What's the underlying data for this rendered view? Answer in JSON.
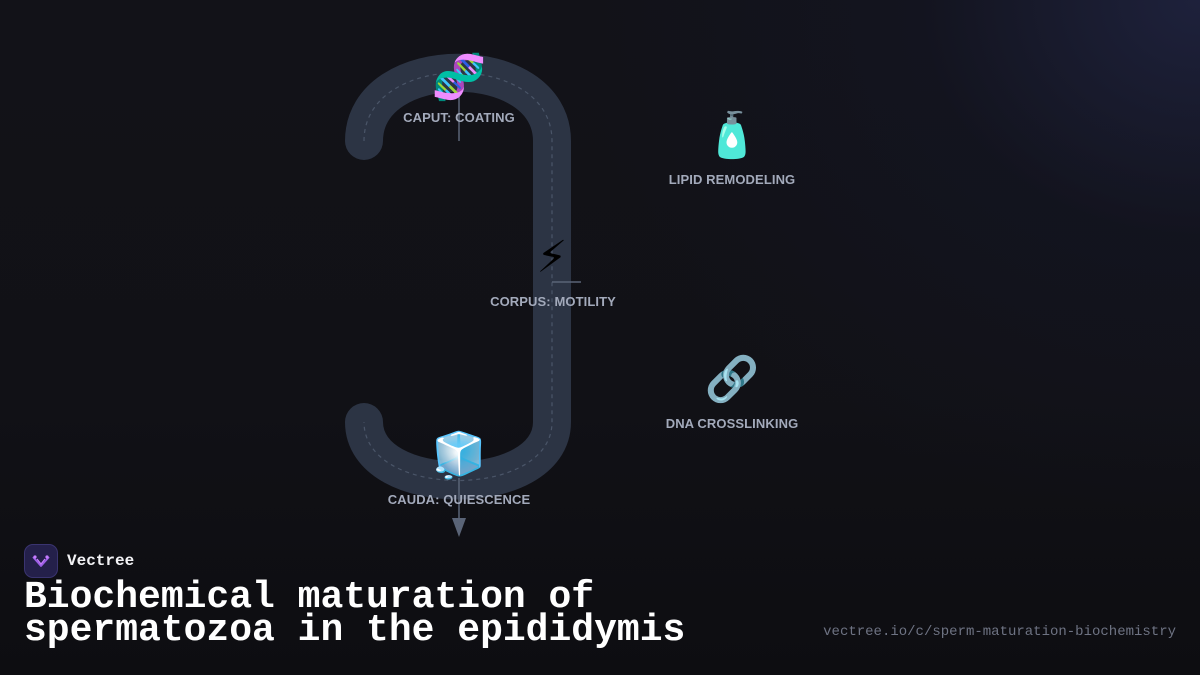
{
  "diagram": {
    "nodes": [
      {
        "id": "caput",
        "icon": "dna-icon",
        "glyph": "🧬",
        "label": "CAPUT: COATING"
      },
      {
        "id": "lipid",
        "icon": "lotion-bottle-icon",
        "glyph": "🧴",
        "label": "LIPID REMODELING"
      },
      {
        "id": "corpus",
        "icon": "lightning-icon",
        "glyph": "⚡",
        "label": "CORPUS: MOTILITY"
      },
      {
        "id": "dna",
        "icon": "link-icon",
        "glyph": "🔗",
        "label": "DNA CROSSLINKING"
      },
      {
        "id": "cauda",
        "icon": "ice-cube-icon",
        "glyph": "🧊",
        "label": "CAUDA: QUIESCENCE"
      }
    ],
    "track_color": "#2c3444",
    "dash_color": "#4a5568"
  },
  "brand": {
    "name": "Vectree",
    "logo_icon": "vectree-logo-icon",
    "logo_color": "#9b5de5"
  },
  "title": "Biochemical maturation of spermatozoa in the epididymis",
  "url": "vectree.io/c/sperm-maturation-biochemistry",
  "colors": {
    "background": "#111116",
    "label": "#a3aabb",
    "title": "#ffffff",
    "url": "#6e7383"
  }
}
